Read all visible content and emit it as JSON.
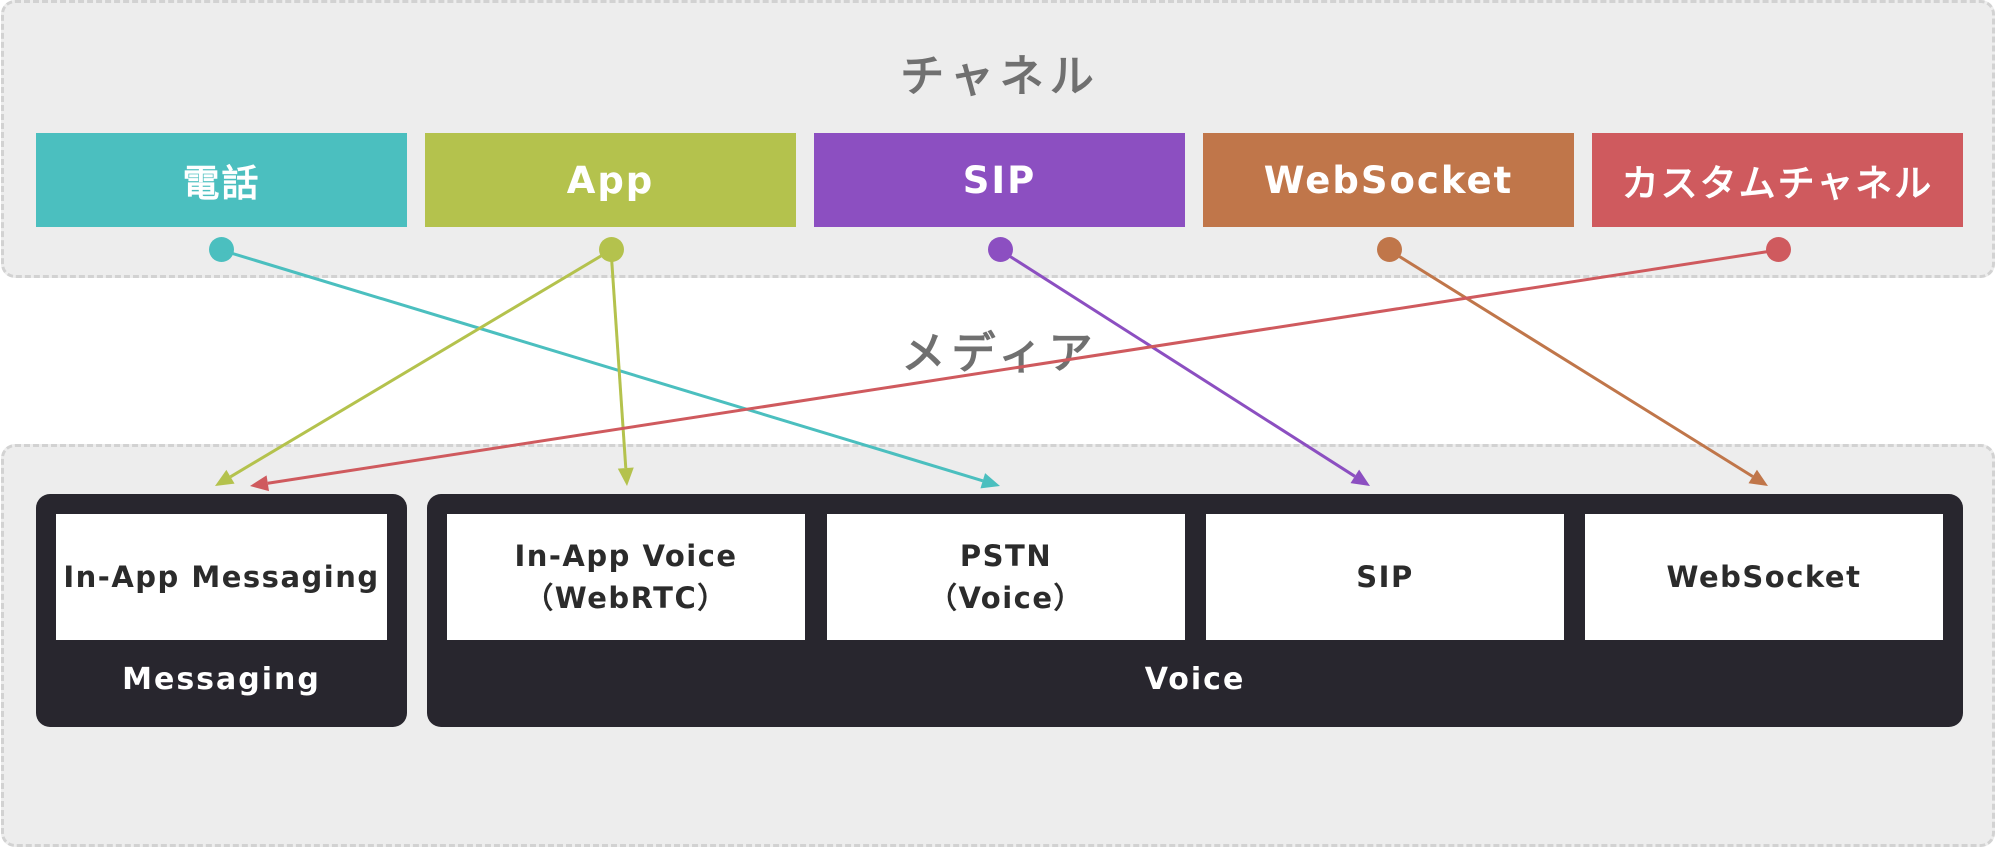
{
  "channels": {
    "title": "チャネル",
    "items": [
      {
        "label": "電話",
        "color": "#4bbfbf"
      },
      {
        "label": "App",
        "color": "#b4c24d"
      },
      {
        "label": "SIP",
        "color": "#8c4fc1"
      },
      {
        "label": "WebSocket",
        "color": "#c0764a"
      },
      {
        "label": "カスタムチャネル",
        "color": "#cf5a5e"
      }
    ]
  },
  "media": {
    "title": "メディア",
    "groups": [
      {
        "label": "Messaging",
        "items": [
          {
            "line1": "In-App Messaging",
            "line2": ""
          }
        ]
      },
      {
        "label": "Voice",
        "items": [
          {
            "line1": "In-App Voice",
            "line2": "（WebRTC）"
          },
          {
            "line1": "PSTN",
            "line2": "（Voice）"
          },
          {
            "line1": "SIP",
            "line2": ""
          },
          {
            "line1": "WebSocket",
            "line2": ""
          }
        ]
      }
    ]
  },
  "connections": [
    {
      "from": "電話",
      "to": "PSTN",
      "color": "#4bbfbf"
    },
    {
      "from": "App",
      "to": "In-App Messaging",
      "color": "#b4c24d"
    },
    {
      "from": "App",
      "to": "In-App Voice",
      "color": "#b4c24d"
    },
    {
      "from": "SIP",
      "to": "SIP",
      "color": "#8c4fc1"
    },
    {
      "from": "WebSocket",
      "to": "WebSocket",
      "color": "#c0764a"
    },
    {
      "from": "カスタムチャネル",
      "to": "In-App Messaging",
      "color": "#cf5a5e"
    }
  ]
}
